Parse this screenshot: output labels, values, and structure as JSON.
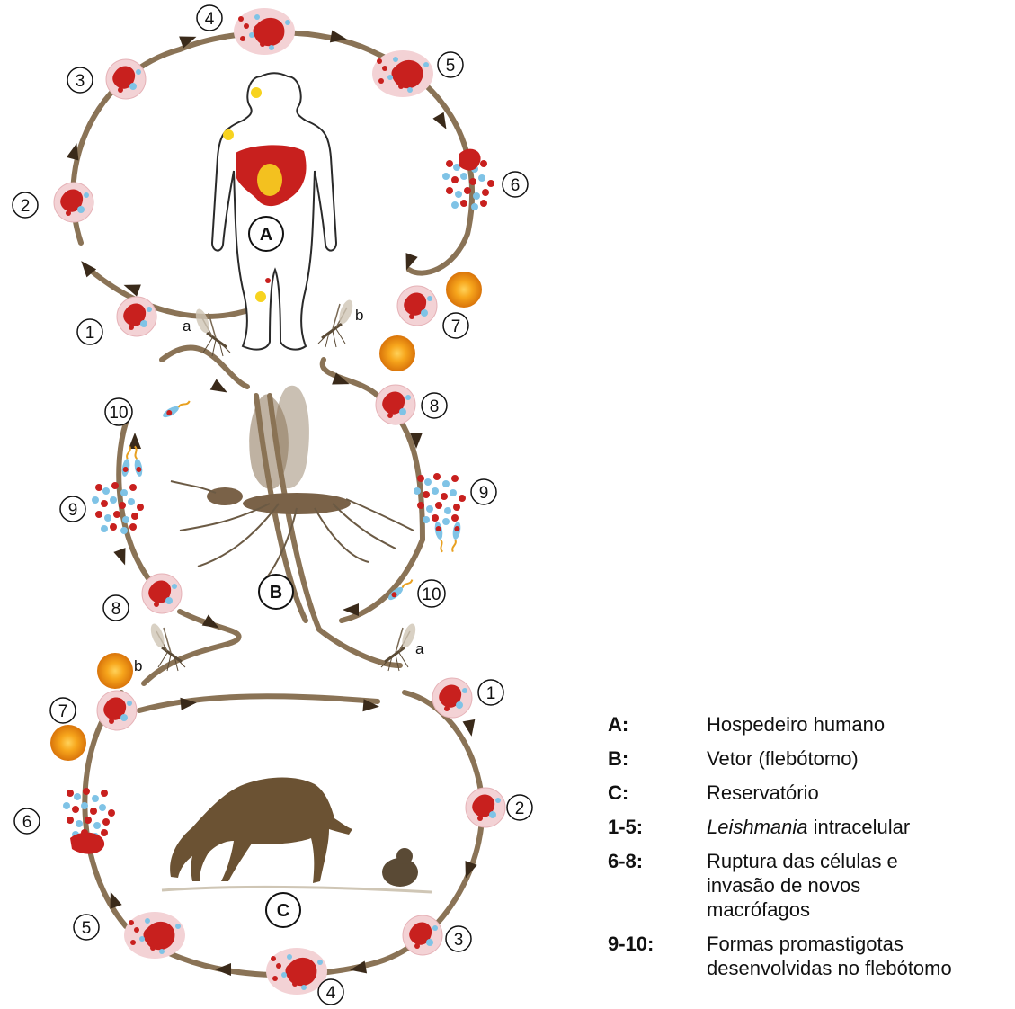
{
  "diagram": {
    "letters": {
      "a_host": "A",
      "b_vector": "B",
      "c_reservoir": "C"
    },
    "vector_tags": {
      "a": "a",
      "b": "b"
    },
    "stages_top": [
      "1",
      "2",
      "3",
      "4",
      "5",
      "6",
      "7"
    ],
    "stages_middle": [
      "8",
      "9",
      "10"
    ],
    "stages_bottom": [
      "1",
      "2",
      "3",
      "4",
      "5",
      "6",
      "7",
      "8",
      "9",
      "10"
    ]
  },
  "legend": [
    {
      "key": "A:",
      "value": "Hospedeiro humano"
    },
    {
      "key": "B:",
      "value": "Vetor (flebótomo)"
    },
    {
      "key": "C:",
      "value": "Reservatório"
    },
    {
      "key": "1-5:",
      "value_italic": "Leishmania",
      "value_rest": " intracelular"
    },
    {
      "key": "6-8:",
      "value": "Ruptura das células e invasão de novos macrófagos"
    },
    {
      "key": "9-10:",
      "value": "Formas promastigotas desenvolvidas no flebótomo"
    }
  ],
  "colors": {
    "path": "#8a7356",
    "cell_red": "#c8201e",
    "cell_pink": "#f3cfd2",
    "parasite_blue": "#7fc3e6",
    "orange_cell": "#f29a14",
    "dog": "#6b5233"
  }
}
